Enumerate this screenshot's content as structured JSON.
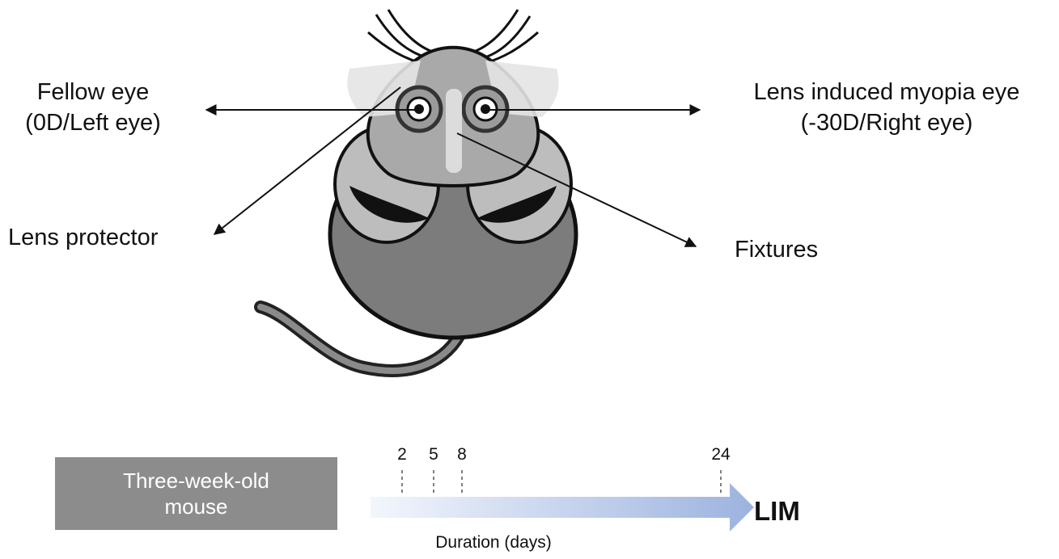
{
  "labels": {
    "fellow_line1": "Fellow eye",
    "fellow_line2": "(0D/Left eye)",
    "lim_line1": "Lens induced myopia eye",
    "lim_line2": "(-30D/Right eye)",
    "lens_protector": "Lens protector",
    "fixtures": "Fixtures"
  },
  "timeline": {
    "box_line1": "Three-week-old",
    "box_line2": "mouse",
    "ticks": [
      "2",
      "5",
      "8",
      "24"
    ],
    "end_label": "LIM",
    "axis_label": "Duration (days)"
  },
  "icons": [
    "mouse-illustration",
    "lens-icon",
    "arrow-icon"
  ],
  "colors": {
    "box": "#8c8c8c",
    "arrow_start": "#eef3fb",
    "arrow_end": "#9fb6e0",
    "body": "#7c7c7c"
  }
}
